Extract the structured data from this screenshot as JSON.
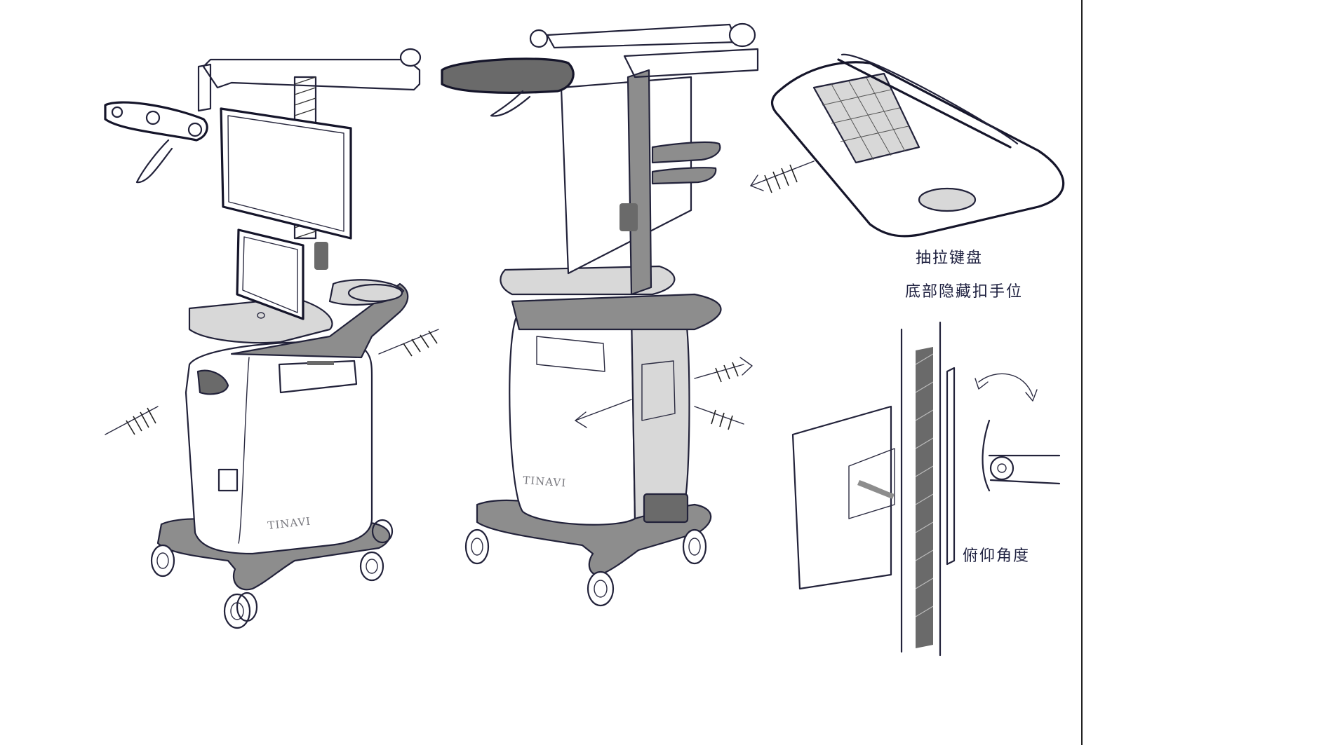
{
  "brand_left": "TINAVI",
  "brand_right": "TINAVI",
  "notes": {
    "keyboard_line1": "抽拉键盘",
    "keyboard_line2": "底部隐藏扣手位",
    "tilt": "俯仰角度"
  }
}
